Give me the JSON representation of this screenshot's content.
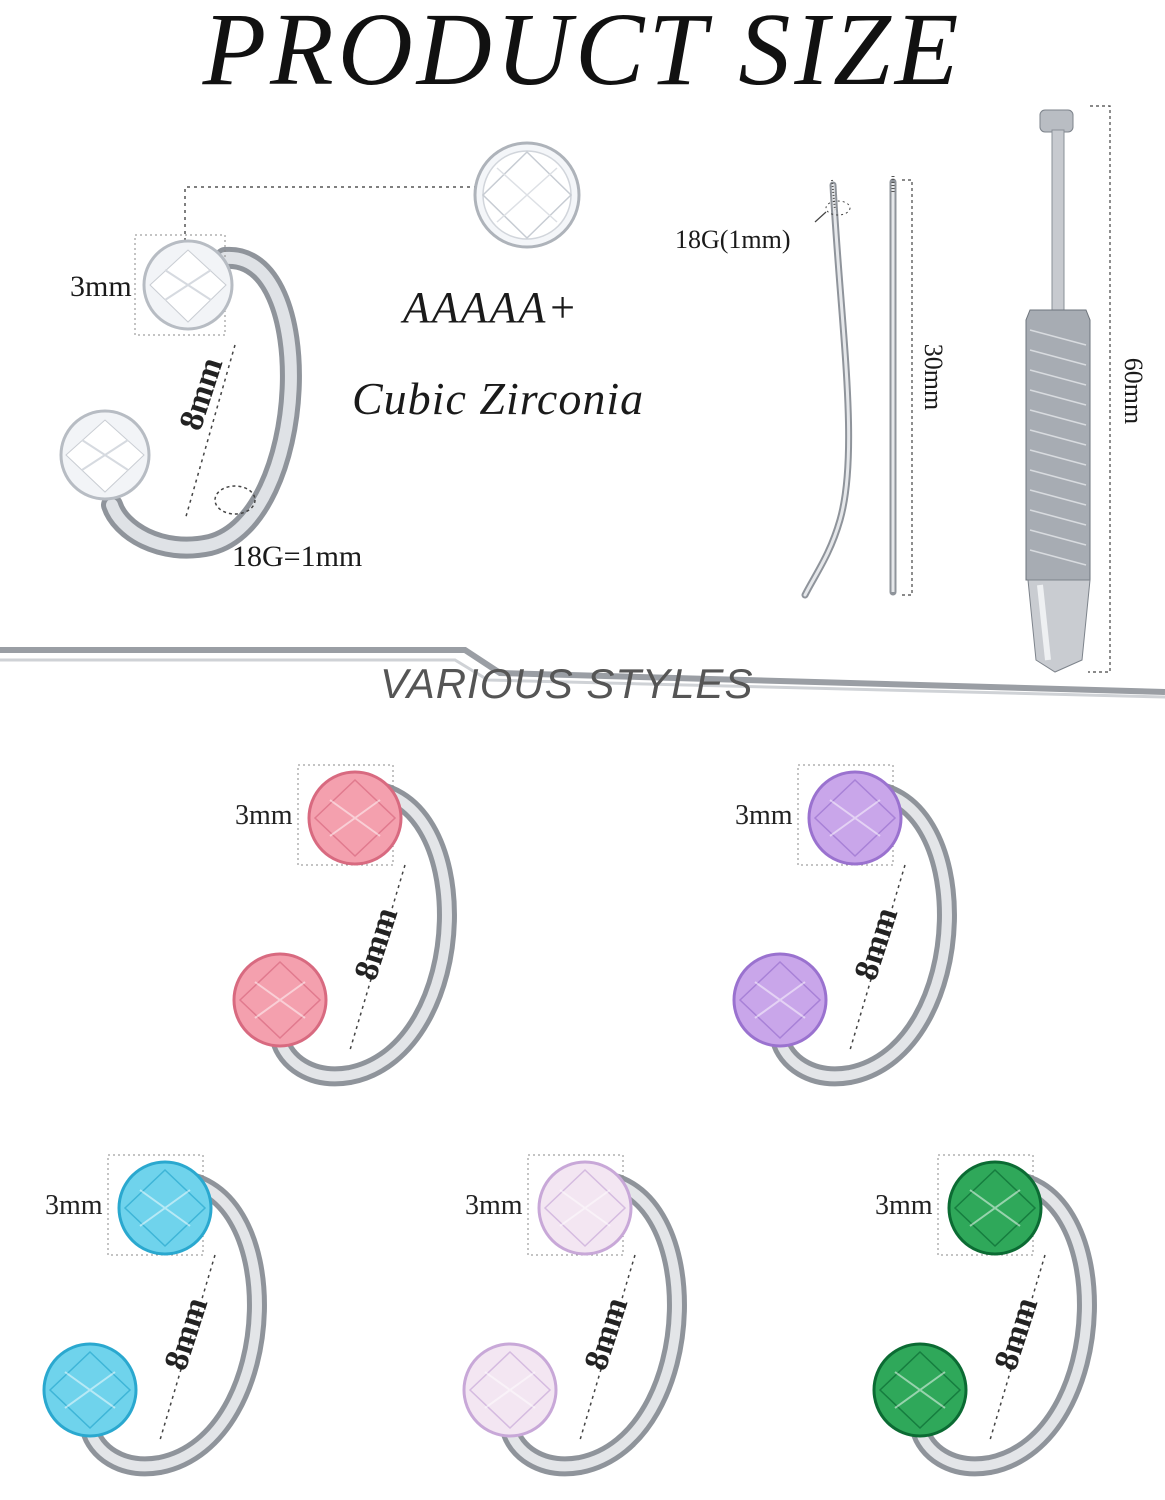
{
  "header": {
    "title": "PRODUCT SIZE"
  },
  "top_spec": {
    "stone_size": "3mm",
    "length": "8mm",
    "gauge": "18G=1mm",
    "grade": "AAAAA+",
    "material": "Cubic Zirconia"
  },
  "tools": {
    "taper_gauge": "18G(1mm)",
    "taper_length": "30mm",
    "tool_length": "60mm"
  },
  "section": {
    "title": "VARIOUS STYLES"
  },
  "styles": [
    {
      "color_name": "pink",
      "gem": "#f4a0ae",
      "gem_dark": "#d86a80",
      "size": "3mm",
      "length": "8mm"
    },
    {
      "color_name": "purple",
      "gem": "#c9a6ea",
      "gem_dark": "#9a72cf",
      "size": "3mm",
      "length": "8mm"
    },
    {
      "color_name": "aqua",
      "gem": "#6fd3ec",
      "gem_dark": "#2aa8cf",
      "size": "3mm",
      "length": "8mm"
    },
    {
      "color_name": "aurora",
      "gem": "#f3e6f2",
      "gem_dark": "#c8a8d8",
      "size": "3mm",
      "length": "8mm"
    },
    {
      "color_name": "green",
      "gem": "#2fa85a",
      "gem_dark": "#0b6b33",
      "size": "3mm",
      "length": "8mm"
    }
  ],
  "colors": {
    "metal": "#c9ccd1",
    "metal_dark": "#8f949b",
    "clear_gem": "#eef1f5"
  }
}
